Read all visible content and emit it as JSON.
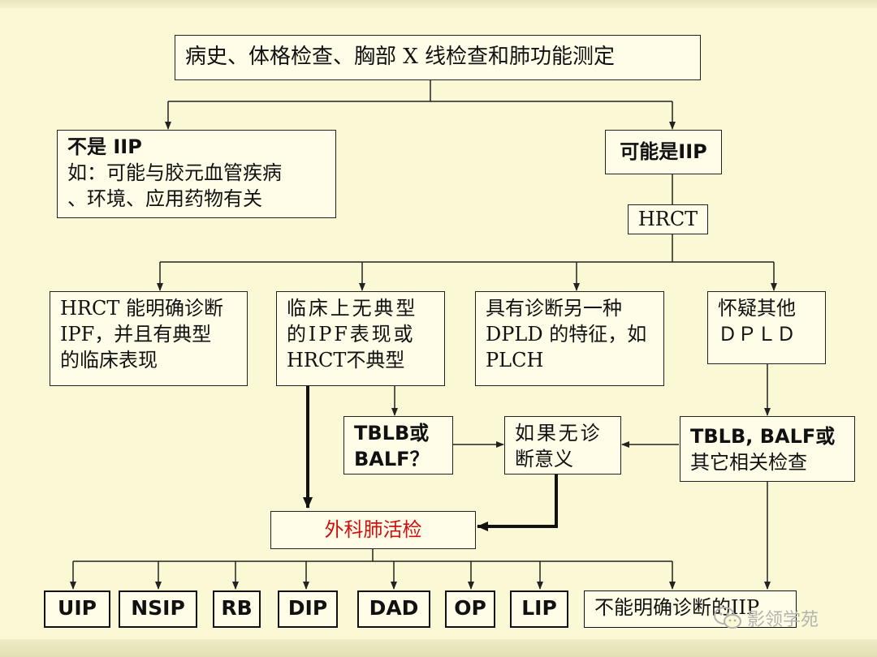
{
  "flowchart": {
    "root": "病史、体格检查、胸部 X 线检查和肺功能测定",
    "not_iip": {
      "title": "不是 IIP",
      "line1": "如：可能与胶元血管疾病",
      "line2": "、环境、应用药物有关"
    },
    "maybe_iip": "可能是IIP",
    "hrct": "HRCT",
    "branch_a": {
      "line1": "HRCT 能明确诊断",
      "line2": "IPF，并且有典型",
      "line3": "的临床表现"
    },
    "branch_b": {
      "line1": "临床上无典型",
      "line2": "的IPF表现或",
      "line3": "HRCT不典型"
    },
    "branch_c": {
      "line1": "具有诊断另一种",
      "line2": "DPLD 的特征，如",
      "line3": "PLCH"
    },
    "branch_d": {
      "line1": "怀疑其他",
      "line2": "ＤＰＬＤ"
    },
    "tblb_balf": {
      "line1": "TBLB或",
      "line2": "BALF？"
    },
    "no_diagnostic_value": {
      "line1": "如果无诊",
      "line2": "断意义"
    },
    "tblb_balf_other": {
      "line1": "TBLB, BALF或",
      "line2": "其它相关检查"
    },
    "surgical_biopsy": "外科肺活检",
    "outcomes": [
      "UIP",
      "NSIP",
      "RB",
      "DIP",
      "DAD",
      "OP",
      "LIP",
      "不能明确诊断的IIP"
    ]
  },
  "watermark": {
    "text": "影领学苑",
    "icon": "wechat-icon"
  },
  "colors": {
    "background": "#fbf8d6",
    "box_fill": "#fffde8",
    "highlight_text": "#cc1111"
  }
}
